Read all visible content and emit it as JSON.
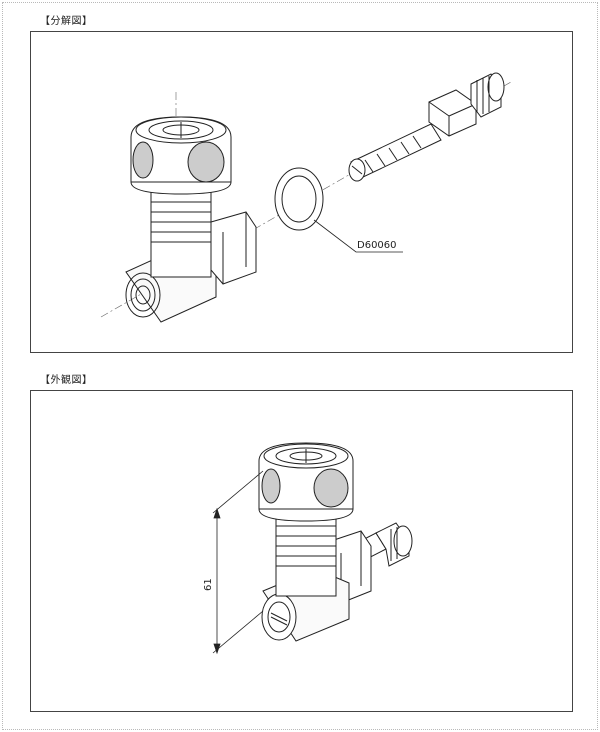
{
  "sections": {
    "exploded": {
      "label": "【分解図】"
    },
    "exterior": {
      "label": "【外観図】"
    }
  },
  "exploded_view": {
    "part_code": "D60060"
  },
  "exterior_view": {
    "height_dimension": "61"
  }
}
